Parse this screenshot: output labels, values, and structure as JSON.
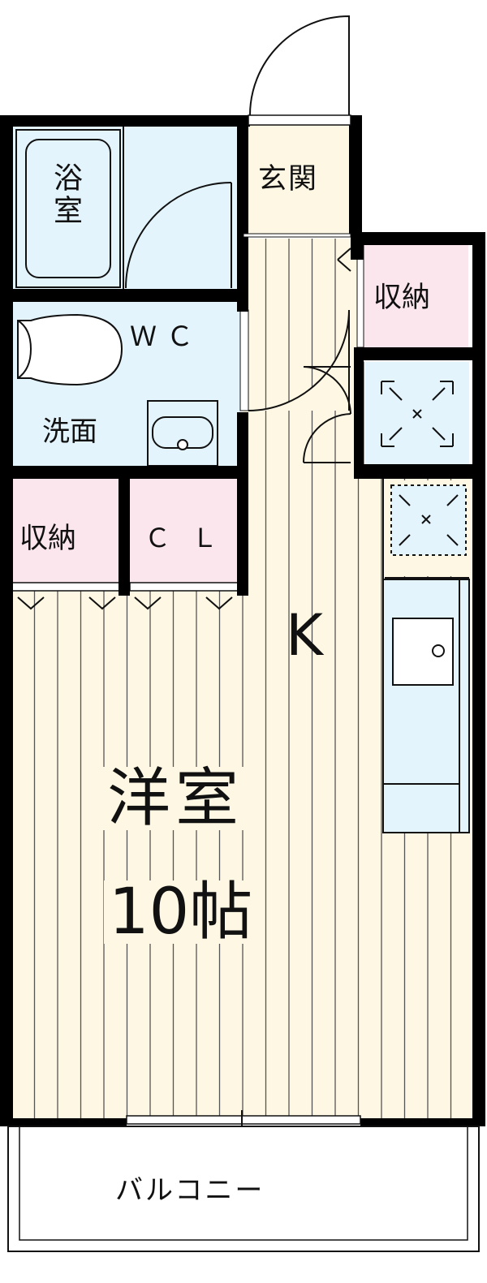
{
  "rooms": {
    "bath": "浴室",
    "entrance": "玄関",
    "storage_kitchen": "収納",
    "wc": "ＷＣ",
    "washroom": "洗面",
    "storage_room": "収納",
    "closet": "ＣＬ",
    "kitchen": "K",
    "western_room": "洋室",
    "western_room_size": "10帖",
    "balcony": "バルコニー"
  },
  "colors": {
    "wall": "#000000",
    "floor": "#fdf7e3",
    "water_area": "#e3f4fc",
    "storage": "#fbe6ee",
    "stripe": "#555555"
  }
}
